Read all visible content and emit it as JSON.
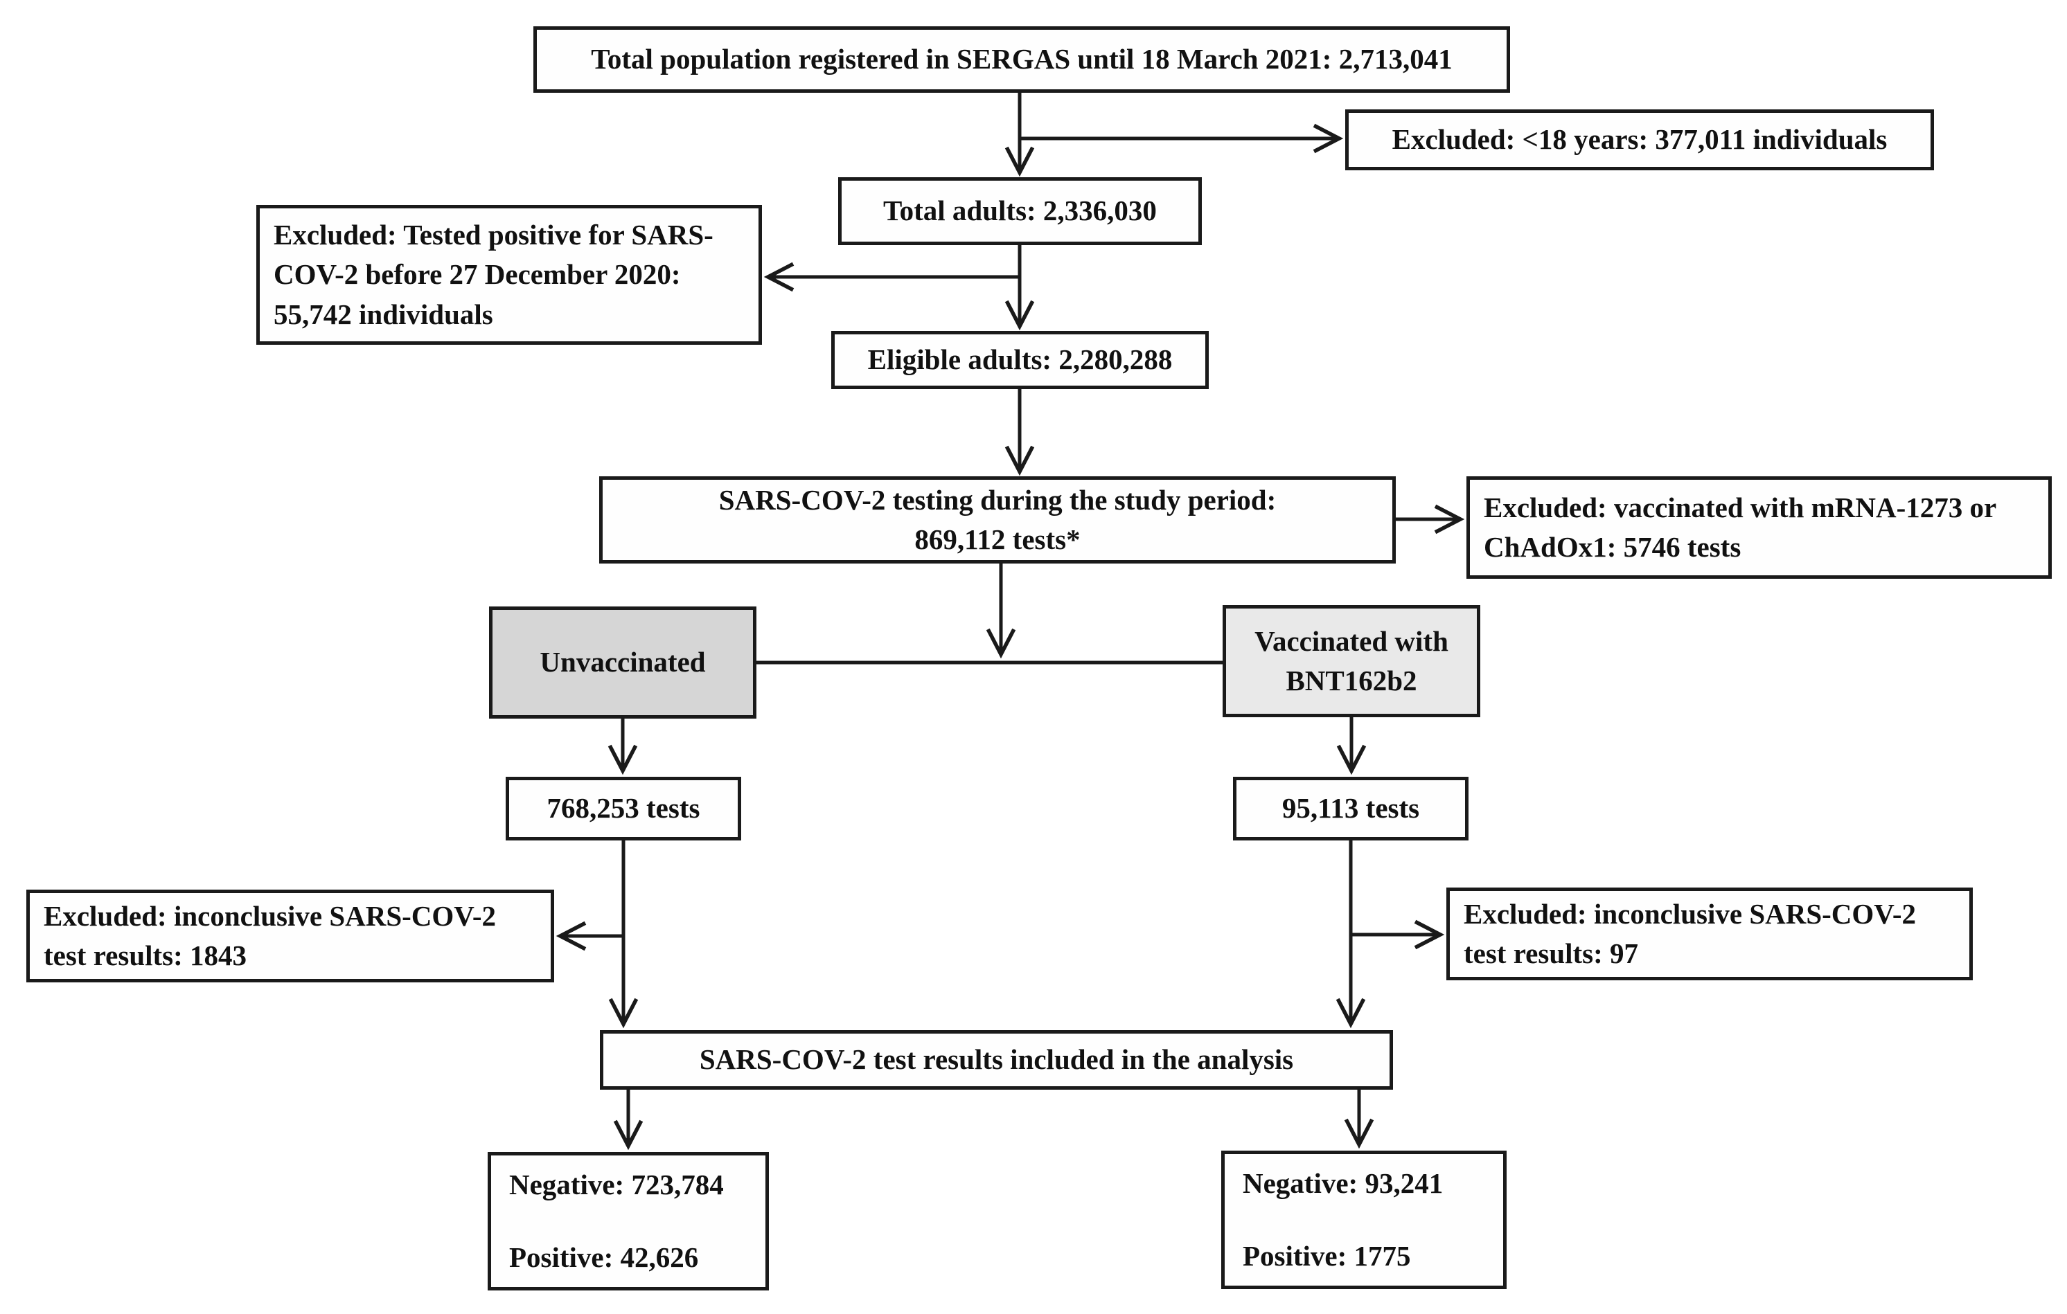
{
  "diagram": {
    "nodes": {
      "total_population": "Total population registered in SERGAS until 18 March 2021: 2,713,041",
      "excluded_under18": "Excluded: <18 years: 377,011 individuals",
      "total_adults": "Total adults: 2,336,030",
      "excluded_prior_positive": "Excluded: Tested positive for SARS-COV-2 before 27 December 2020: 55,742 individuals",
      "eligible_adults": "Eligible adults: 2,280,288",
      "testing": [
        "SARS-COV-2 testing during the study period:",
        "869,112 tests*"
      ],
      "excluded_other_vaccines": "Excluded: vaccinated with mRNA-1273 or ChAdOx1: 5746 tests",
      "unvaccinated": "Unvaccinated",
      "vaccinated": "Vaccinated with BNT162b2",
      "unvaccinated_tests": "768,253 tests",
      "vaccinated_tests": "95,113 tests",
      "excluded_inconclusive_unvaccinated": "Excluded: inconclusive SARS-COV-2 test results: 1843",
      "excluded_inconclusive_vaccinated": "Excluded: inconclusive SARS-COV-2 test results: 97",
      "included": "SARS-COV-2 test results included in the analysis",
      "results_unvaccinated": [
        "Negative: 723,784",
        "Positive: 42,626"
      ],
      "results_vaccinated": [
        "Negative: 93,241",
        "Positive: 1775"
      ]
    },
    "colors": {
      "background": "#ffffff",
      "box_border": "#1a1a1a",
      "box_fill": "#fefefe",
      "unvaccinated_fill": "#d6d6d6",
      "vaccinated_fill": "#e9e9e9"
    }
  }
}
